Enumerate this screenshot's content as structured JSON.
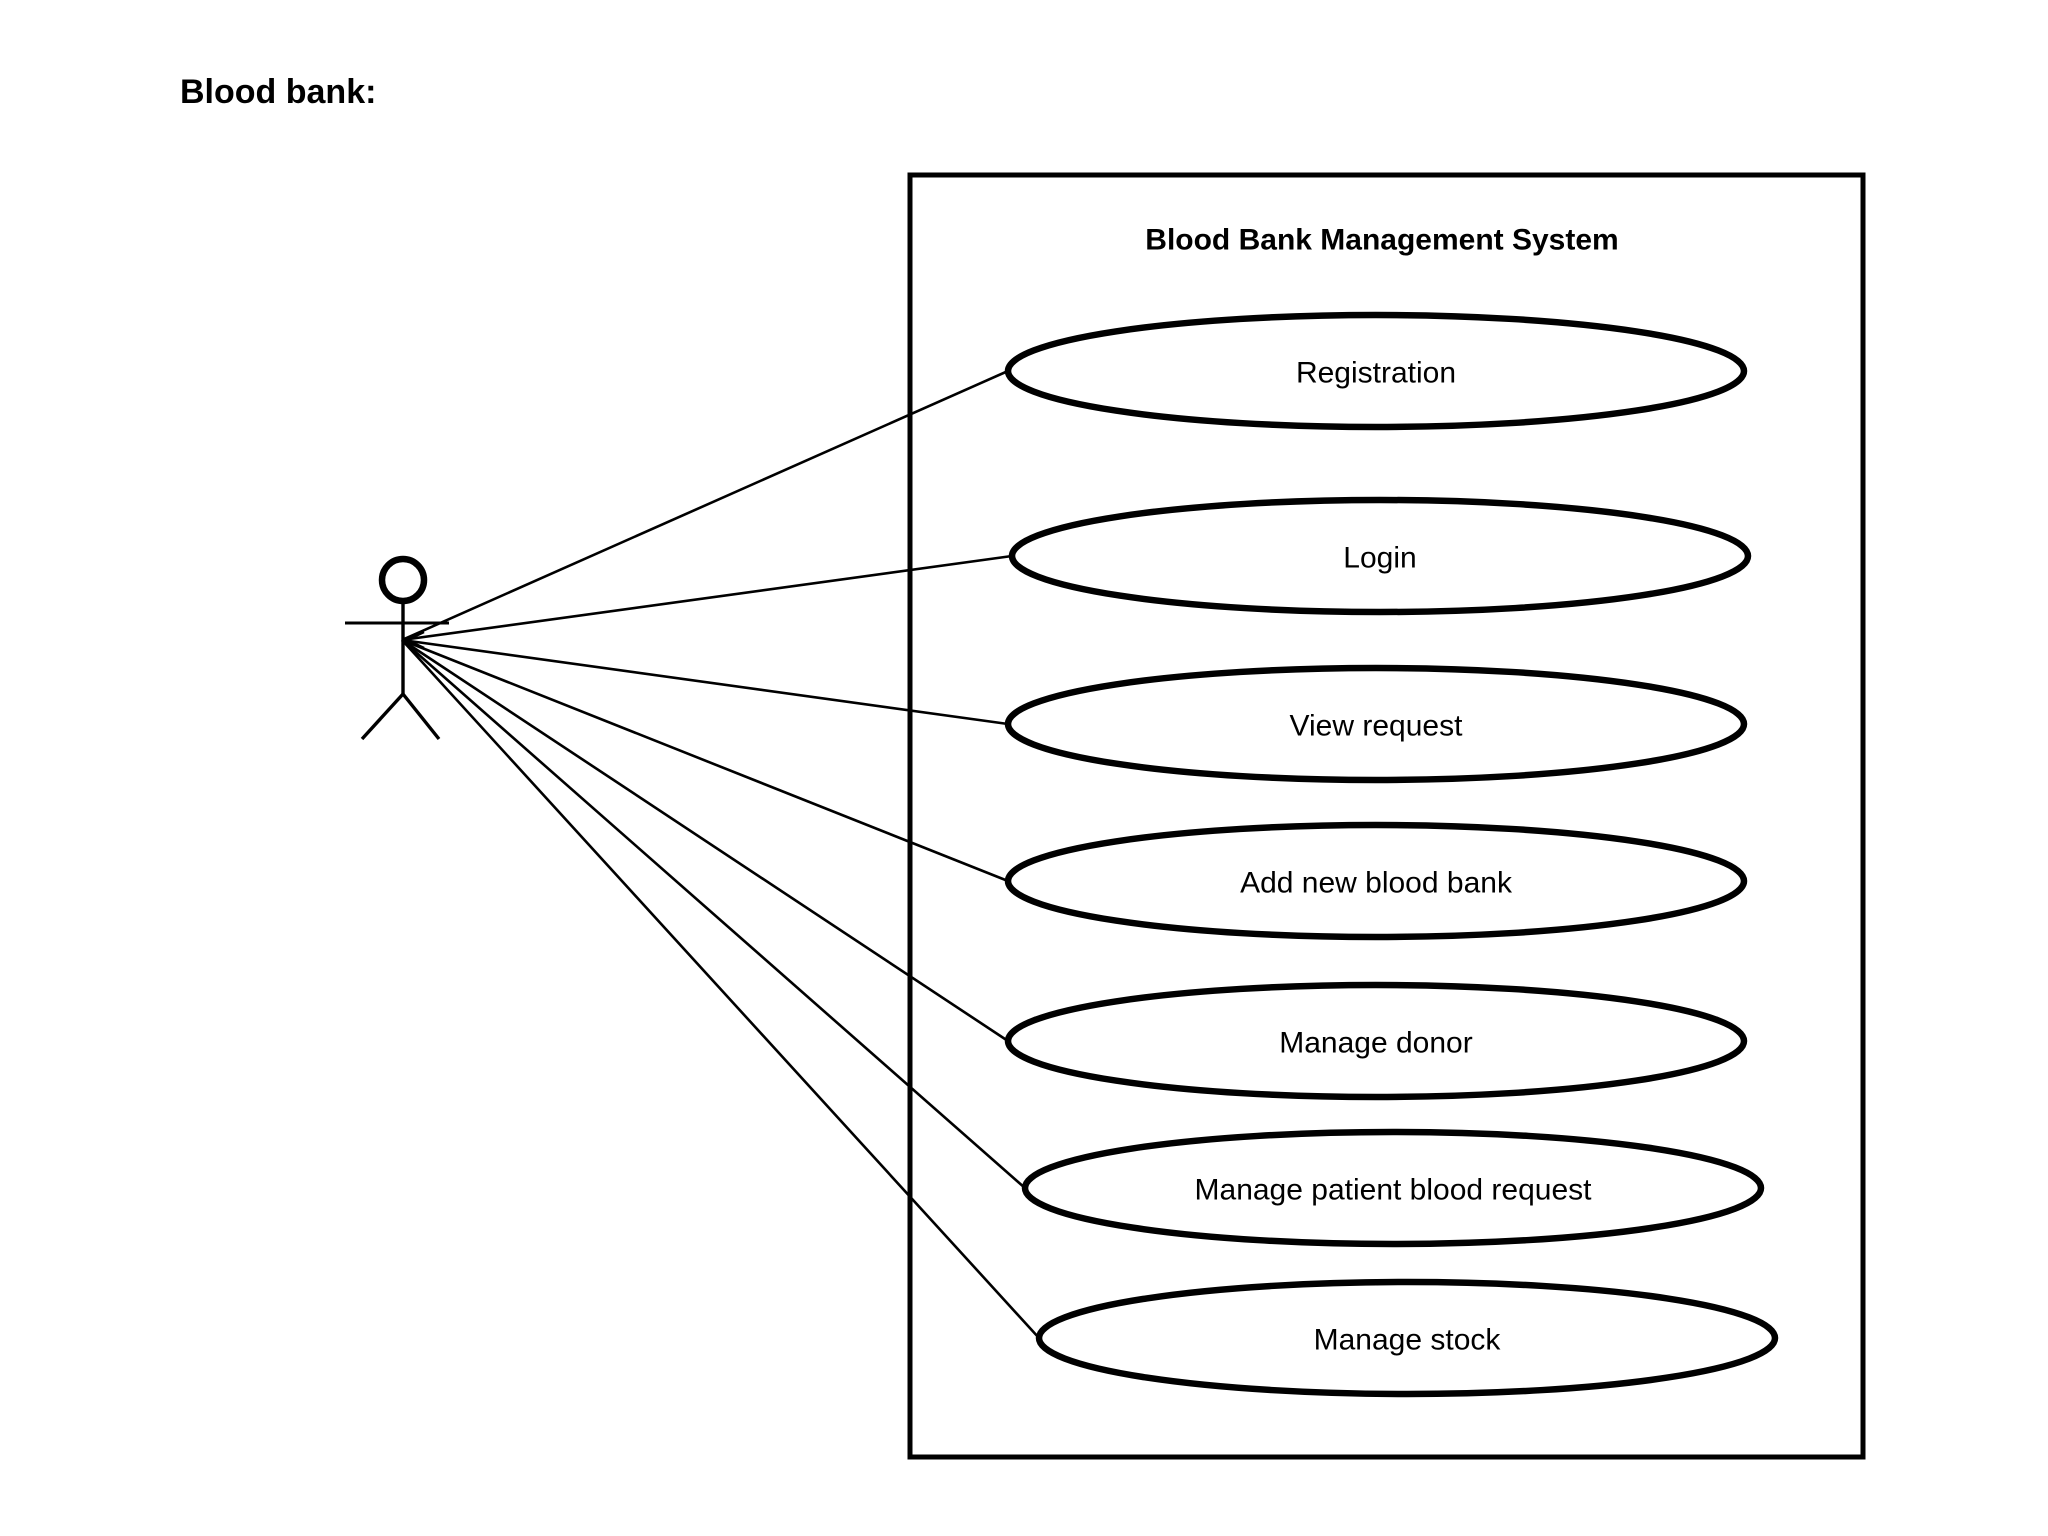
{
  "page": {
    "title": "Blood bank:",
    "background": "#ffffff"
  },
  "diagram": {
    "kind": "uml-use-case-diagram",
    "stroke_color": "#000000",
    "system": {
      "title": "Blood Bank Management System"
    },
    "actor": {
      "icon": "stick-figure-actor",
      "connects_to_all_use_cases": true
    },
    "use_cases": [
      "Registration",
      "Login",
      "View request",
      "Add new blood bank",
      "Manage donor",
      "Manage patient blood request",
      "Manage stock"
    ]
  }
}
